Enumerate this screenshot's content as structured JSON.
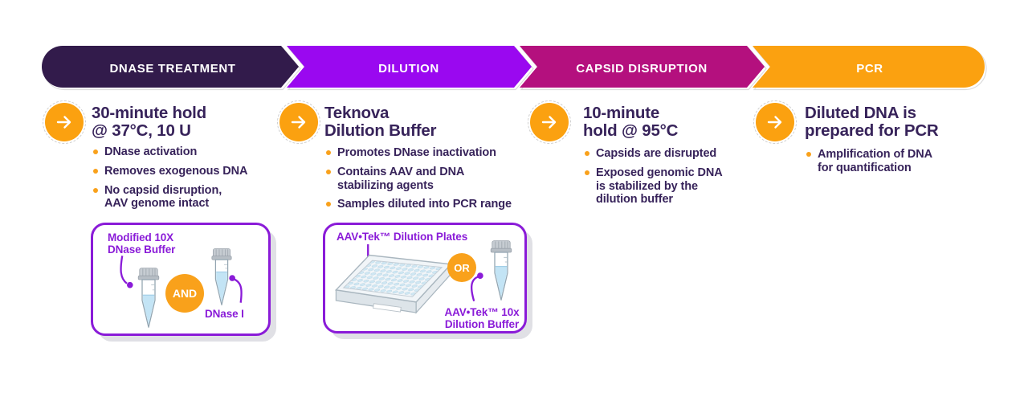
{
  "colors": {
    "dark_purple": "#321b4b",
    "violet": "#9a08f0",
    "magenta": "#b4107e",
    "orange": "#fba110",
    "body_text": "#37235a",
    "purple_accent": "#8a1bd8",
    "liquid_blue": "#c3e4f5"
  },
  "banner": {
    "segments": [
      {
        "label": "DNASE TREATMENT",
        "color": "#321b4b"
      },
      {
        "label": "DILUTION",
        "color": "#9a08f0"
      },
      {
        "label": "CAPSID DISRUPTION",
        "color": "#b4107e"
      },
      {
        "label": "PCR",
        "color": "#fba110"
      }
    ]
  },
  "columns": [
    {
      "heading": "30-minute hold\n@ 37°C, 10 U",
      "bullets": [
        "DNase activation",
        "Removes exogenous DNA",
        "No capsid disruption,\nAAV genome intact"
      ]
    },
    {
      "heading": "Teknova\nDilution Buffer",
      "bullets": [
        "Promotes DNase inactivation",
        "Contains AAV and DNA\nstabilizing agents",
        "Samples diluted into PCR range"
      ]
    },
    {
      "heading": "10-minute\nhold @ 95°C",
      "bullets": [
        "Capsids are disrupted",
        "Exposed genomic DNA\nis stabilized by the\ndilution buffer"
      ]
    },
    {
      "heading": "Diluted DNA is\nprepared for PCR",
      "bullets": [
        "Amplification of DNA\nfor quantification"
      ]
    }
  ],
  "cards": {
    "dnase": {
      "tube1_label": "Modified 10X\nDNase Buffer",
      "conjunction": "AND",
      "tube2_label": "DNase I"
    },
    "dilution": {
      "plate_label": "AAV•Tek™ Dilution Plates",
      "conjunction": "OR",
      "tube_label": "AAV•Tek™ 10x\nDilution Buffer"
    }
  }
}
